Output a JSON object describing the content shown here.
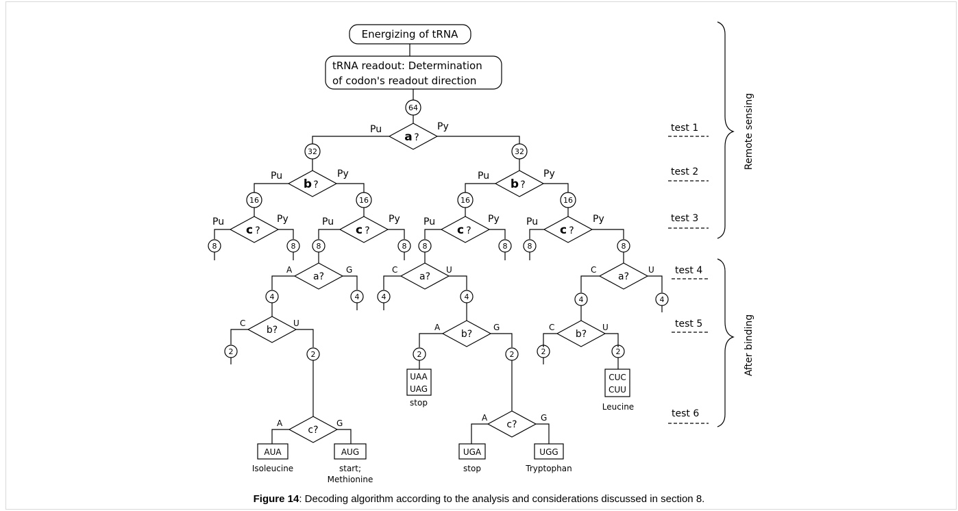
{
  "caption": {
    "label": "Figure 14",
    "text": ": Decoding algorithm according to the analysis and considerations discussed in section 8."
  },
  "nodes": {
    "energizing": "Energizing of tRNA",
    "readout_line1": "tRNA readout: Determination",
    "readout_line2": "of codon's readout direction"
  },
  "counts": {
    "n64": "64",
    "n32": "32",
    "n16": "16",
    "n8": "8",
    "n4": "4",
    "n2": "2"
  },
  "questions": {
    "a_bold": "a",
    "b_bold": "b",
    "c_bold": "c",
    "a": "a?",
    "b": "b?",
    "c": "c?",
    "q": "?"
  },
  "bases": {
    "pu": "Pu",
    "py": "Py",
    "A": "A",
    "G": "G",
    "C": "C",
    "U": "U"
  },
  "tests": {
    "t1": "test 1",
    "t2": "test 2",
    "t3": "test 3",
    "t4": "test 4",
    "t5": "test 5",
    "t6": "test 6"
  },
  "brackets": {
    "remote": "Remote sensing",
    "after": "After binding"
  },
  "codons": {
    "UAA": "UAA",
    "UAG": "UAG",
    "CUC": "CUC",
    "CUU": "CUU",
    "AUA": "AUA",
    "AUG": "AUG",
    "UGA": "UGA",
    "UGG": "UGG"
  },
  "labels": {
    "stop": "stop",
    "leucine": "Leucine",
    "isoleucine": "Isoleucine",
    "start": "start;",
    "methionine": "Methionine",
    "tryptophan": "Tryptophan"
  }
}
